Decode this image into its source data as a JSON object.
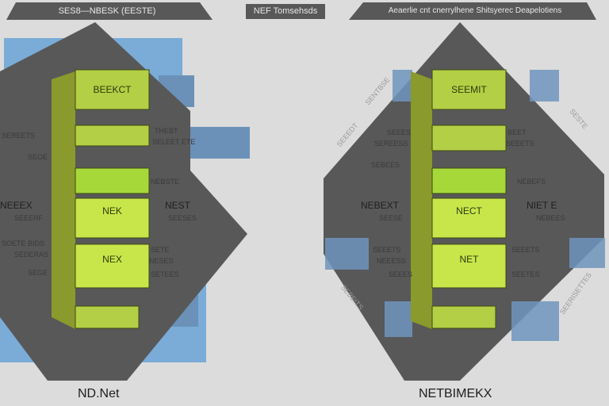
{
  "banners": {
    "left": "SES8—NBESK (EESTE)",
    "center": "NEF Tomsehsds",
    "right": "Aeaerlie cnt cnerrylhene Shitsyerec Deapelotiens"
  },
  "left_diagram": {
    "boxes": [
      "BEEKCT",
      "NEK",
      "NEX"
    ],
    "side_left": [
      "SEREETS",
      "SEOE",
      "NEEEX",
      "SEEERF",
      "SOETE BIDS",
      "SEDERAS",
      "SEGE"
    ],
    "side_right": [
      "THEBT",
      "SELEET ETE",
      "NEBSTE",
      "NEST",
      "SEESES",
      "SETE",
      "NESES",
      "SETEES"
    ],
    "footer": "ND.Net"
  },
  "right_diagram": {
    "boxes": [
      "SEEMIT",
      "NECT",
      "NET"
    ],
    "side_left": [
      "SEEES",
      "SEREESS",
      "SEBEES",
      "NEBEXT",
      "SEESE",
      "SEEETS",
      "NEEESS",
      "SEEES"
    ],
    "side_right": [
      "BEET",
      "SEEETS",
      "NEBEFS",
      "NIET E",
      "NEBEES",
      "SEEETS",
      "SEETES"
    ],
    "decor": [
      "SENTBSE",
      "SEEEDT",
      "SESTE",
      "SEBEITS",
      "SEERISETTES"
    ],
    "footer": "NETBIMEKX"
  },
  "colors": {
    "background": "#dcdcdc",
    "dark": "#585858",
    "lime": "#b3d43d",
    "olive": "#8a9a2c",
    "blue": "#6fa6d6"
  }
}
